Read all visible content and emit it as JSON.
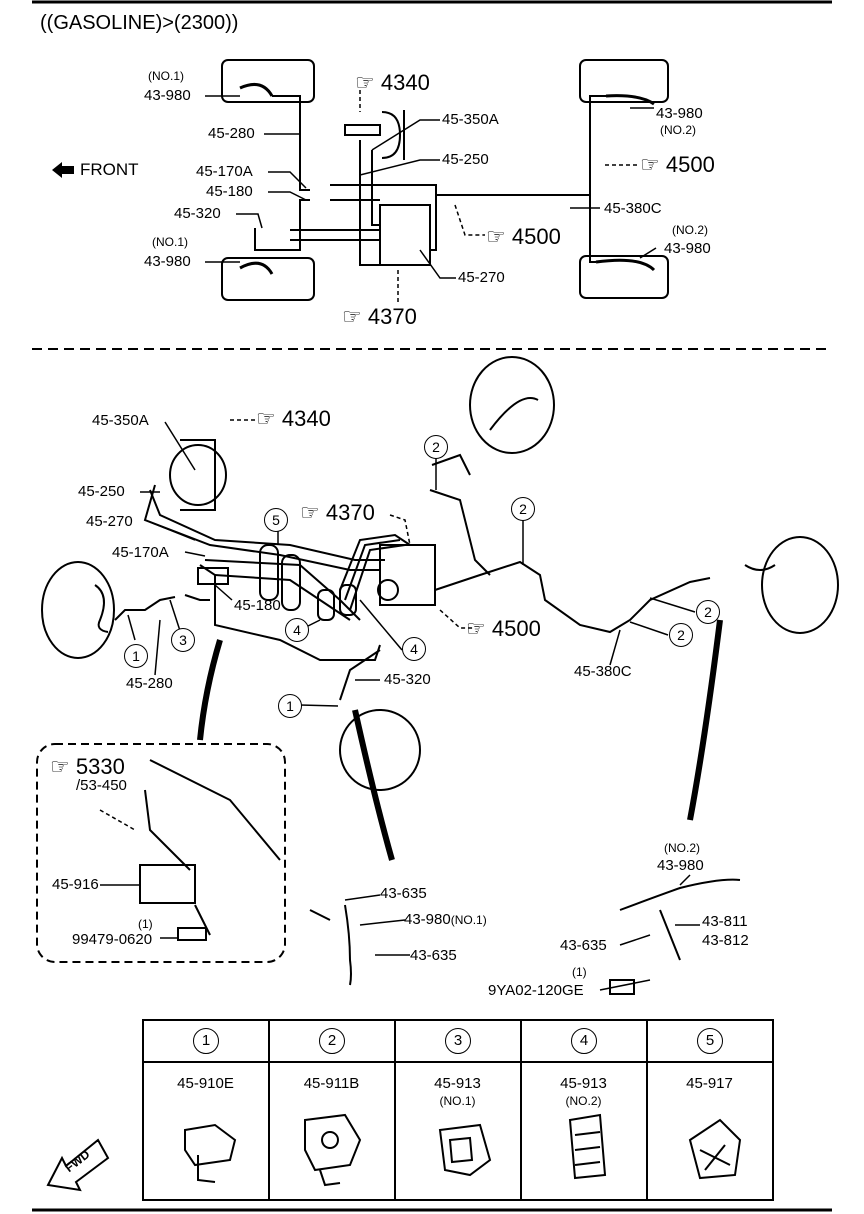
{
  "title": "((GASOLINE)>(2300))",
  "front_label": "FRONT",
  "fwd_label": "FWD",
  "top_labels": {
    "no1_a": "(NO.1)",
    "p43980_a": "43-980",
    "ref4340_a": "4340",
    "p45350a_a": "45-350A",
    "p45280_a": "45-280",
    "p45250_a": "45-250",
    "p45170a_a": "45-170A",
    "p45180_a": "45-180",
    "p45320_a": "45-320",
    "no1_b": "(NO.1)",
    "p43980_b": "43-980",
    "p43980_c": "43-980",
    "no2_c": "(NO.2)",
    "ref4500_a": "4500",
    "p45380c_a": "45-380C",
    "ref4500_b": "4500",
    "no2_d": "(NO.2)",
    "p43980_d": "43-980",
    "p45270_a": "45-270",
    "ref4370_a": "4370"
  },
  "main_labels": {
    "p45350a": "45-350A",
    "ref4340": "4340",
    "p45250": "45-250",
    "p45270": "45-270",
    "ref4370": "4370",
    "p45170a": "45-170A",
    "p45180": "45-180",
    "p45280": "45-280",
    "p45320": "45-320",
    "ref4500": "4500",
    "p45380c": "45-380C",
    "ref5330": "5330",
    "p53450": "/53-450",
    "p45916": "45-916",
    "qty1_a": "(1)",
    "p99479": "99479-0620",
    "p43635_a": "43-635",
    "p43980no1": "43-980",
    "no1_e": "(NO.1)",
    "p43635_b": "43-635",
    "no2_f": "(NO.2)",
    "p43980no2": "43-980",
    "p43811": "43-811",
    "p43812": "43-812",
    "p43635_c": "43-635",
    "qty1_b": "(1)",
    "p9ya02": "9YA02-120GE"
  },
  "callouts": [
    "1",
    "2",
    "3",
    "4",
    "5"
  ],
  "table": {
    "headers": [
      "1",
      "2",
      "3",
      "4",
      "5"
    ],
    "parts": [
      "45-910E",
      "45-911B",
      "45-913",
      "45-913",
      "45-917"
    ],
    "subs": [
      "",
      "",
      "(NO.1)",
      "(NO.2)",
      ""
    ]
  }
}
